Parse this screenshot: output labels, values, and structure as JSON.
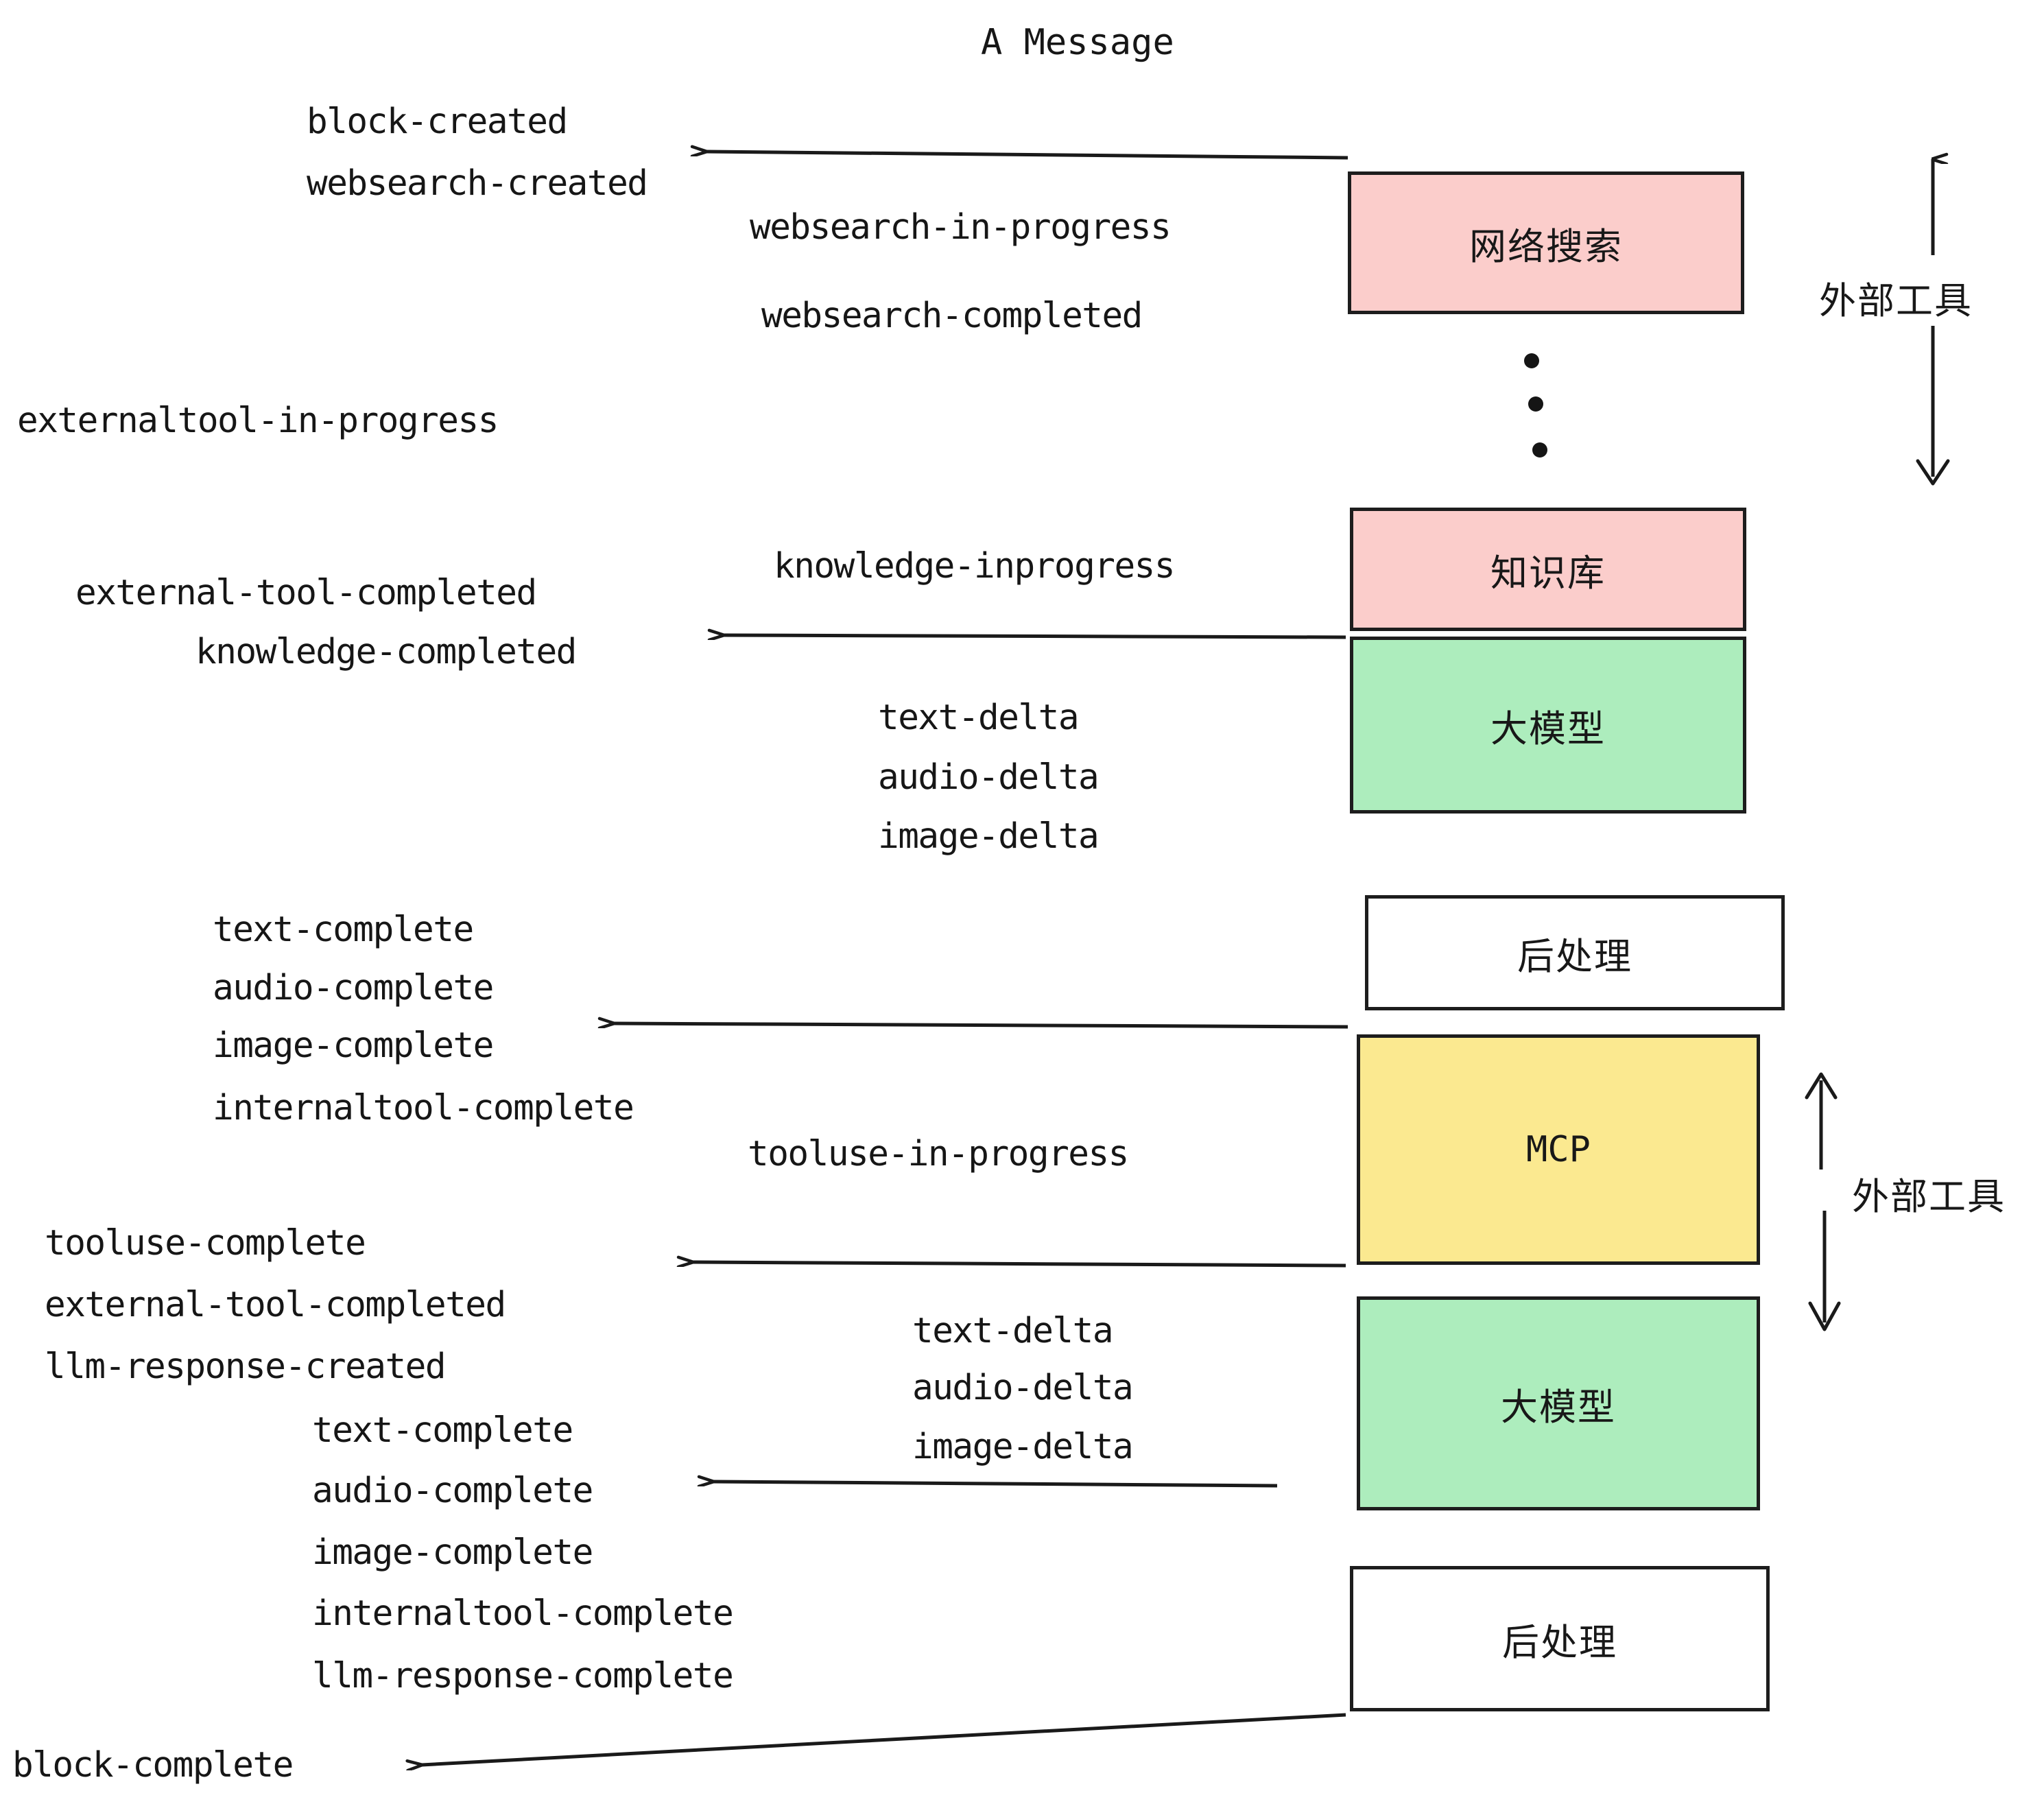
{
  "title": "A Message",
  "colors": {
    "pink": "#FBCDCB",
    "green": "#ADEDBD",
    "yellow": "#FBE990",
    "white": "#FFFFFF",
    "stroke": "#1D1D1D",
    "text": "#161616",
    "background": "#FFFFFF"
  },
  "nodes": {
    "websearch": "网络搜索",
    "knowledge": "知识库",
    "llm_1": "大模型",
    "postprocess_1": "后处理",
    "mcp": "MCP",
    "llm_2": "大模型",
    "postprocess_2": "后处理"
  },
  "side_labels": {
    "external_tool_top": "外部工具",
    "external_tool_bottom": "外部工具"
  },
  "events": {
    "block_created": "block-created",
    "websearch_created": "websearch-created",
    "websearch_in_progress": "websearch-in-progress",
    "websearch_completed": "websearch-completed",
    "externaltool_in_progress": "externaltool-in-progress",
    "knowledge_inprogress": "knowledge-inprogress",
    "external_tool_completed_1": "external-tool-completed",
    "knowledge_completed": "knowledge-completed",
    "text_delta_1": "text-delta",
    "audio_delta_1": "audio-delta",
    "image_delta_1": "image-delta",
    "text_complete_1": "text-complete",
    "audio_complete_1": "audio-complete",
    "image_complete_1": "image-complete",
    "internaltool_complete_1": "internaltool-complete",
    "tooluse_in_progress": "tooluse-in-progress",
    "tooluse_complete": "tooluse-complete",
    "external_tool_completed_2": "external-tool-completed",
    "llm_response_created": "llm-response-created",
    "text_delta_2": "text-delta",
    "audio_delta_2": "audio-delta",
    "image_delta_2": "image-delta",
    "text_complete_2": "text-complete",
    "audio_complete_2": "audio-complete",
    "image_complete_2": "image-complete",
    "internaltool_complete_2": "internaltool-complete",
    "llm_response_complete": "llm-response-complete",
    "block_complete": "block-complete"
  }
}
